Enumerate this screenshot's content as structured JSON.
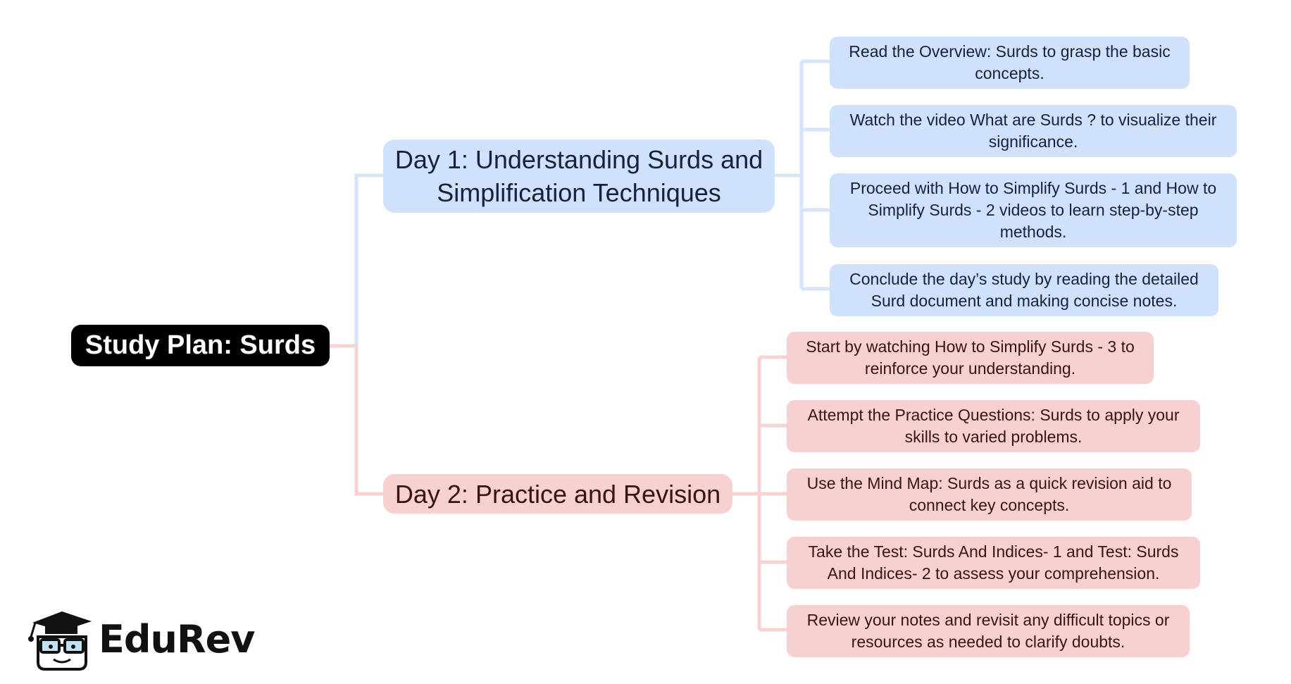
{
  "root": {
    "label": "Study Plan: Surds"
  },
  "branches": [
    {
      "label": "Day 1: Understanding Surds and Simplification Techniques",
      "color": "#d0e1fb",
      "line_color": "#d6e4f9",
      "tasks": [
        "Read the Overview: Surds to grasp the basic concepts.",
        "Watch the video What are Surds ? to visualize their significance.",
        "Proceed with How to Simplify Surds - 1 and How to Simplify Surds - 2 videos to learn step-by-step methods.",
        "Conclude the day’s study by reading the detailed Surd document and making concise notes."
      ]
    },
    {
      "label": "Day 2: Practice and Revision",
      "color": "#f8d0d0",
      "line_color": "#f8d2d2",
      "tasks": [
        "Start by watching How to Simplify Surds - 3 to reinforce your understanding.",
        "Attempt the Practice Questions: Surds to apply your skills to varied problems.",
        "Use the Mind Map: Surds as a quick revision aid to connect key concepts.",
        "Take the Test: Surds And Indices- 1 and Test: Surds And Indices- 2 to assess your comprehension.",
        "Review your notes and revisit any difficult topics or resources as needed to clarify doubts."
      ]
    }
  ],
  "logo": {
    "text": "EduRev",
    "icon": "graduate-mascot-icon"
  }
}
